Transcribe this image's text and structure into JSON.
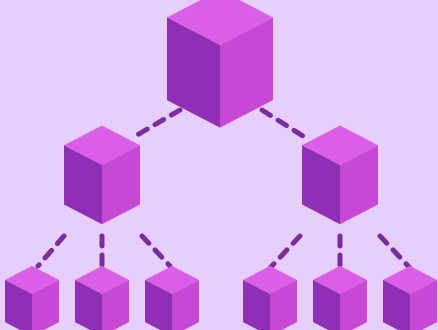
{
  "diagram": {
    "type": "hierarchy-tree",
    "background_color": "#E6CFFE",
    "connector_color": "#7A2D9F",
    "connector_style": "dashed",
    "cube_colors": {
      "top": "#DB5EE6",
      "left": "#8E2FB6",
      "right": "#C648D4"
    },
    "levels": [
      {
        "name": "root",
        "count": 1
      },
      {
        "name": "middle",
        "count": 2
      },
      {
        "name": "leaves",
        "count": 6,
        "children_per_parent": 3
      }
    ]
  }
}
